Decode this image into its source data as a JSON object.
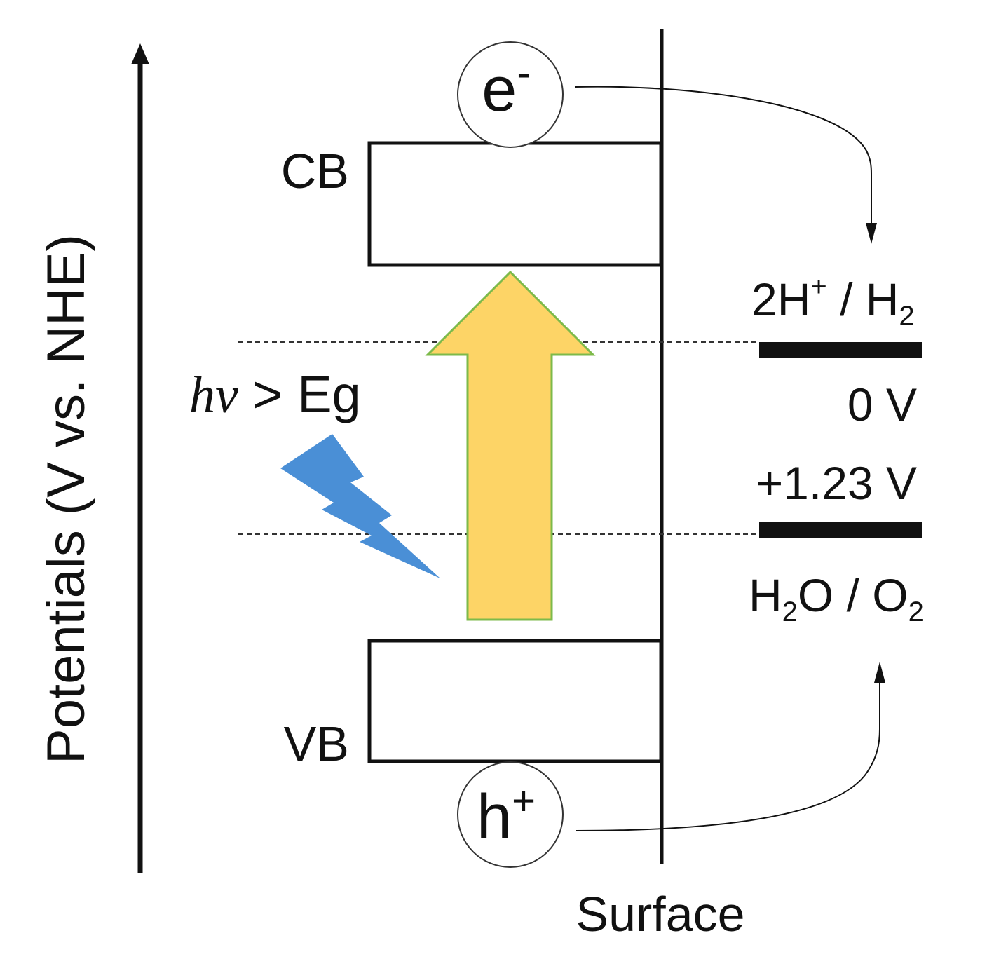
{
  "axis": {
    "label": "Potentials (V vs. NHE)"
  },
  "bands": {
    "cb_label": "CB",
    "vb_label": "VB"
  },
  "carriers": {
    "electron": {
      "base": "e",
      "sup": "-"
    },
    "hole": {
      "base": "h",
      "sup": "+"
    }
  },
  "excitation": {
    "h": "h",
    "nu": "ν",
    "rest": " > Eg"
  },
  "surface_label": "Surface",
  "redox": {
    "h2": {
      "part1": "2H",
      "sup": "+",
      "part2": " / H",
      "sub": "2",
      "potential": "0 V"
    },
    "o2": {
      "part1": "H",
      "sub1": "2",
      "part2": "O / O",
      "sub2": "2",
      "potential": "+1.23 V"
    }
  },
  "colors": {
    "excitation_arrow_fill": "#FDD466",
    "excitation_arrow_stroke": "#7DBA4A",
    "lightning_fill": "#4A8FD6",
    "line": "#111111"
  }
}
